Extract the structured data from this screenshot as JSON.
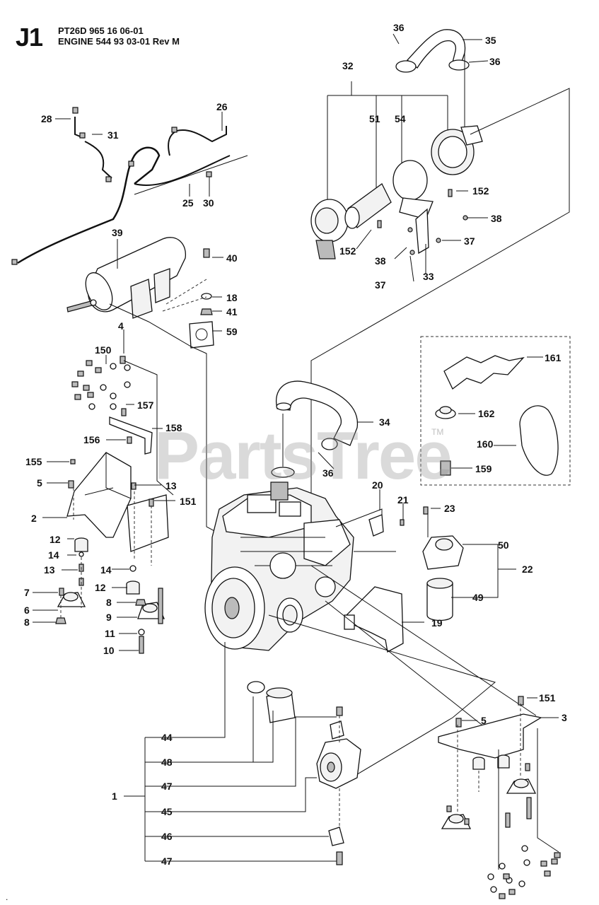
{
  "header": {
    "code": "J1",
    "line1": "PT26D 965 16 06-01",
    "line2": "ENGINE 544 93 03-01 Rev M"
  },
  "watermark": {
    "text": "PartsTree",
    "tm": "TM"
  },
  "footer_mark": ".",
  "labels": {
    "l36a": "36",
    "l35": "35",
    "l36b": "36",
    "l32": "32",
    "l51": "51",
    "l54": "54",
    "l28": "28",
    "l31": "31",
    "l26": "26",
    "l25": "25",
    "l30": "30",
    "l152a": "152",
    "l38a": "38",
    "l152b": "152",
    "l38b": "38",
    "l37a": "37",
    "l37b": "37",
    "l33": "33",
    "l39": "39",
    "l40": "40",
    "l18": "18",
    "l41": "41",
    "l59": "59",
    "l4": "4",
    "l150": "150",
    "l157": "157",
    "l158": "158",
    "l156": "156",
    "l155": "155",
    "l5a": "5",
    "l13a": "13",
    "l151a": "151",
    "l2": "2",
    "l12a": "12",
    "l14a": "14",
    "l13b": "13",
    "l14b": "14",
    "l12b": "12",
    "l7": "7",
    "l6": "6",
    "l8a": "8",
    "l8b": "8",
    "l9": "9",
    "l11": "11",
    "l10": "10",
    "l34": "34",
    "l36c": "36",
    "l161": "161",
    "l162": "162",
    "l160": "160",
    "l159": "159",
    "l20": "20",
    "l21": "21",
    "l23": "23",
    "l50": "50",
    "l22": "22",
    "l49": "49",
    "l19": "19",
    "l151b": "151",
    "l5b": "5",
    "l3": "3",
    "l44": "44",
    "l48": "48",
    "l1": "1",
    "l47a": "47",
    "l45": "45",
    "l46": "46",
    "l47b": "47"
  }
}
